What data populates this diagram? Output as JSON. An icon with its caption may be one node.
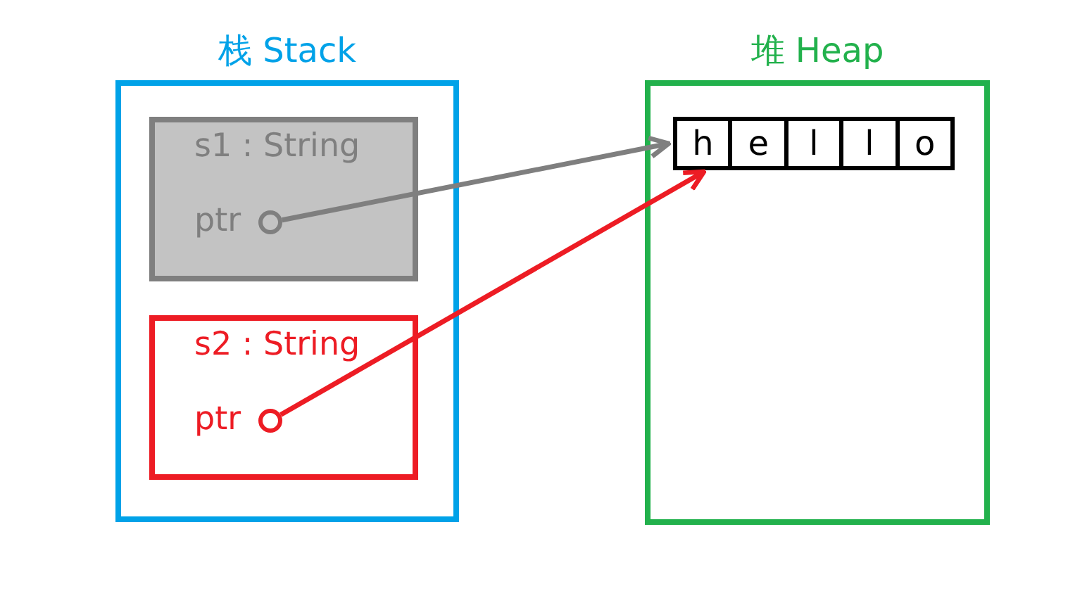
{
  "diagram": {
    "nodes": [
      {
        "text": [
          "栈 Stack"
        ]
      },
      {
        "text": [
          "s1 : String",
          "ptr"
        ],
        "in": 0
      },
      {
        "text": [
          "s2 : String",
          "ptr"
        ],
        "in": 0
      },
      {
        "text": [
          "堆 Heap"
        ]
      },
      {
        "text": [],
        "shape": "box",
        "in": 3
      },
      {
        "text": [
          "h"
        ],
        "in": 4
      },
      {
        "text": [
          "e"
        ],
        "in": 4
      },
      {
        "text": [
          "l"
        ],
        "in": 4
      },
      {
        "text": [
          "l"
        ],
        "in": 4
      },
      {
        "text": [
          "o"
        ],
        "in": 4
      }
    ],
    "edges": [
      {
        "from": 1,
        "to": 4,
        "arrow": "to",
        "color": "#7f7f7f"
      },
      {
        "from": 2,
        "to": 4,
        "arrow": "to",
        "color": "#ed1c24"
      }
    ]
  }
}
